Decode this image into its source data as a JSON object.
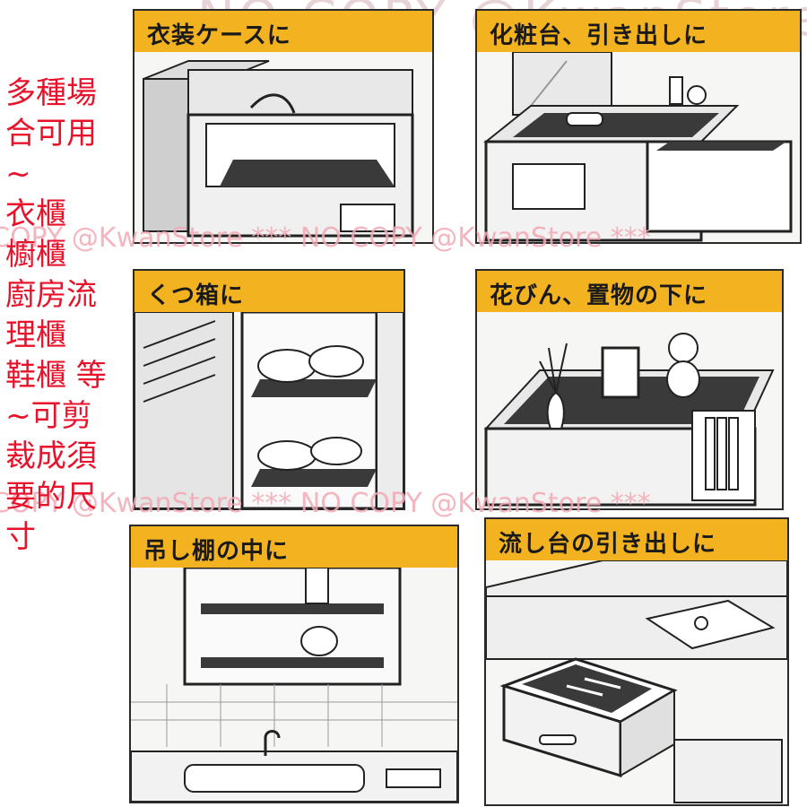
{
  "panels": [
    {
      "title": "衣装ケースに"
    },
    {
      "title": "化粧台、引き出しに"
    },
    {
      "title": "くつ箱に"
    },
    {
      "title": "花びん、置物の下に"
    },
    {
      "title": "吊し棚の中に"
    },
    {
      "title": "流し台の引き出しに"
    }
  ],
  "overlay_text": {
    "lines": [
      "多種場",
      "合可用",
      "~",
      "衣櫃",
      "櫥櫃",
      "廚房流",
      "理櫃",
      "鞋櫃 等",
      "~可剪",
      "裁成須",
      "要的尺",
      "寸"
    ]
  },
  "watermark": {
    "top": "NO COPY @KwanStore",
    "line1": "COPY @KwanStore *** NO COPY @KwanStore ***",
    "line2": "COPY @KwanStore *** NO COPY @KwanStore ***"
  },
  "colors": {
    "header": "#f3b320",
    "overlay_text": "#e8122a",
    "watermark": "#f2a9b4",
    "mat": "#3a3a3a"
  }
}
